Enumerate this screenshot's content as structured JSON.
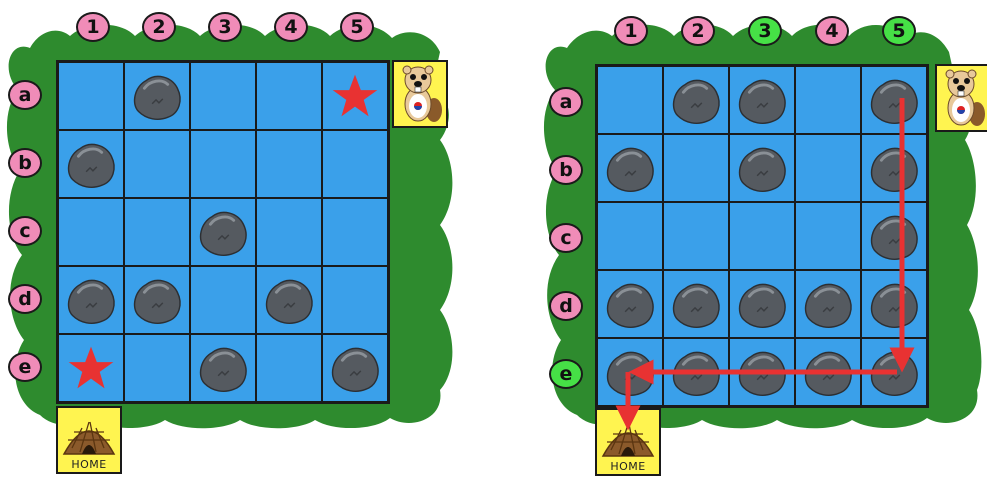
{
  "colors": {
    "bush": "#2e8b2e",
    "water": "#3aa0ea",
    "label": "#f08cb8",
    "label_highlight": "#46e046",
    "star": "#e83232",
    "tile": "#fff450",
    "path": "#e83232"
  },
  "icons": {
    "rock": "rock-icon",
    "star": "star-icon",
    "beaver": "beaver-icon",
    "home": "lodge-icon"
  },
  "puzzle": {
    "columns": [
      "1",
      "2",
      "3",
      "4",
      "5"
    ],
    "rows": [
      "a",
      "b",
      "c",
      "d",
      "e"
    ],
    "grid": [
      [
        "",
        "rock",
        "",
        "",
        "star"
      ],
      [
        "rock",
        "",
        "",
        "",
        ""
      ],
      [
        "",
        "",
        "rock",
        "",
        ""
      ],
      [
        "rock",
        "rock",
        "",
        "rock",
        ""
      ],
      [
        "star",
        "",
        "rock",
        "",
        "rock"
      ]
    ],
    "home_label": "HOME"
  },
  "solution": {
    "columns": [
      "1",
      "2",
      "3",
      "4",
      "5"
    ],
    "rows": [
      "a",
      "b",
      "c",
      "d",
      "e"
    ],
    "highlighted_columns": [
      "3",
      "5"
    ],
    "highlighted_rows": [
      "e"
    ],
    "grid": [
      [
        "",
        "rock",
        "rock",
        "",
        "rock"
      ],
      [
        "rock",
        "",
        "rock",
        "",
        "rock"
      ],
      [
        "",
        "",
        "",
        "",
        "rock"
      ],
      [
        "rock",
        "rock",
        "rock",
        "rock",
        "rock"
      ],
      [
        "rock",
        "rock",
        "rock",
        "rock",
        "rock"
      ]
    ],
    "path": [
      "a5",
      "e5",
      "e1",
      "home"
    ],
    "home_label": "HOME"
  }
}
